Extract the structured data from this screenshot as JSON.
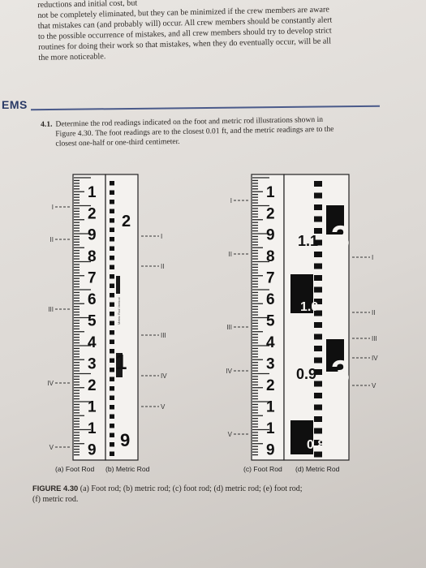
{
  "top_paragraph": {
    "lines": [
      "reductions and initial cost, but",
      "not be completely eliminated, but they can be minimized if the crew members are aware",
      "that mistakes can (and probably will) occur. All crew members should be constantly alert",
      "to the possible occurrence of mistakes, and all crew members should try to develop strict",
      "routines for doing their work so that mistakes, when they do eventually occur, will be all",
      "the more noticeable."
    ]
  },
  "section": {
    "label": "EMS"
  },
  "problem": {
    "number": "4.1.",
    "lines": [
      "Determine the rod readings indicated on the foot and metric rod illustrations shown in",
      "Figure 4.30. The foot readings are to the closest 0.01 ft, and the metric readings are to the",
      "closest one-half or one-third centimeter."
    ]
  },
  "figure": {
    "left_foot_numbers": [
      "1",
      "2",
      "9",
      "8",
      "7",
      "6",
      "5",
      "4",
      "3",
      "2",
      "1",
      "1",
      "9"
    ],
    "left_metric_numbers": [
      "2",
      "1",
      "9"
    ],
    "left_foot_markers": [
      "I",
      "II",
      "III",
      "IV",
      "V"
    ],
    "left_metric_markers": [
      "I",
      "II",
      "III",
      "IV",
      "V"
    ],
    "right_foot_numbers": [
      "1",
      "2",
      "9",
      "8",
      "7",
      "6",
      "5",
      "4",
      "3",
      "2",
      "1",
      "1",
      "9"
    ],
    "right_metric_labels": [
      "1.1",
      "3",
      "1.0",
      "0.9",
      "3",
      "0.8"
    ],
    "right_foot_markers": [
      "I",
      "II",
      "III",
      "IV",
      "V"
    ],
    "right_metric_markers": [
      "I",
      "II",
      "III",
      "IV",
      "V"
    ],
    "vertical_text": "Metric Rod Vertical"
  },
  "subcaptions": {
    "a": "(a) Foot Rod",
    "b": "(b) Metric Rod",
    "c": "(c) Foot Rod",
    "d": "(d) Metric Rod"
  },
  "figure_caption": {
    "label": "FIGURE 4.30",
    "text": " (a) Foot rod; (b) metric rod; (c) foot rod; (d) metric rod; (e) foot rod;",
    "text2": "(f) metric rod."
  }
}
